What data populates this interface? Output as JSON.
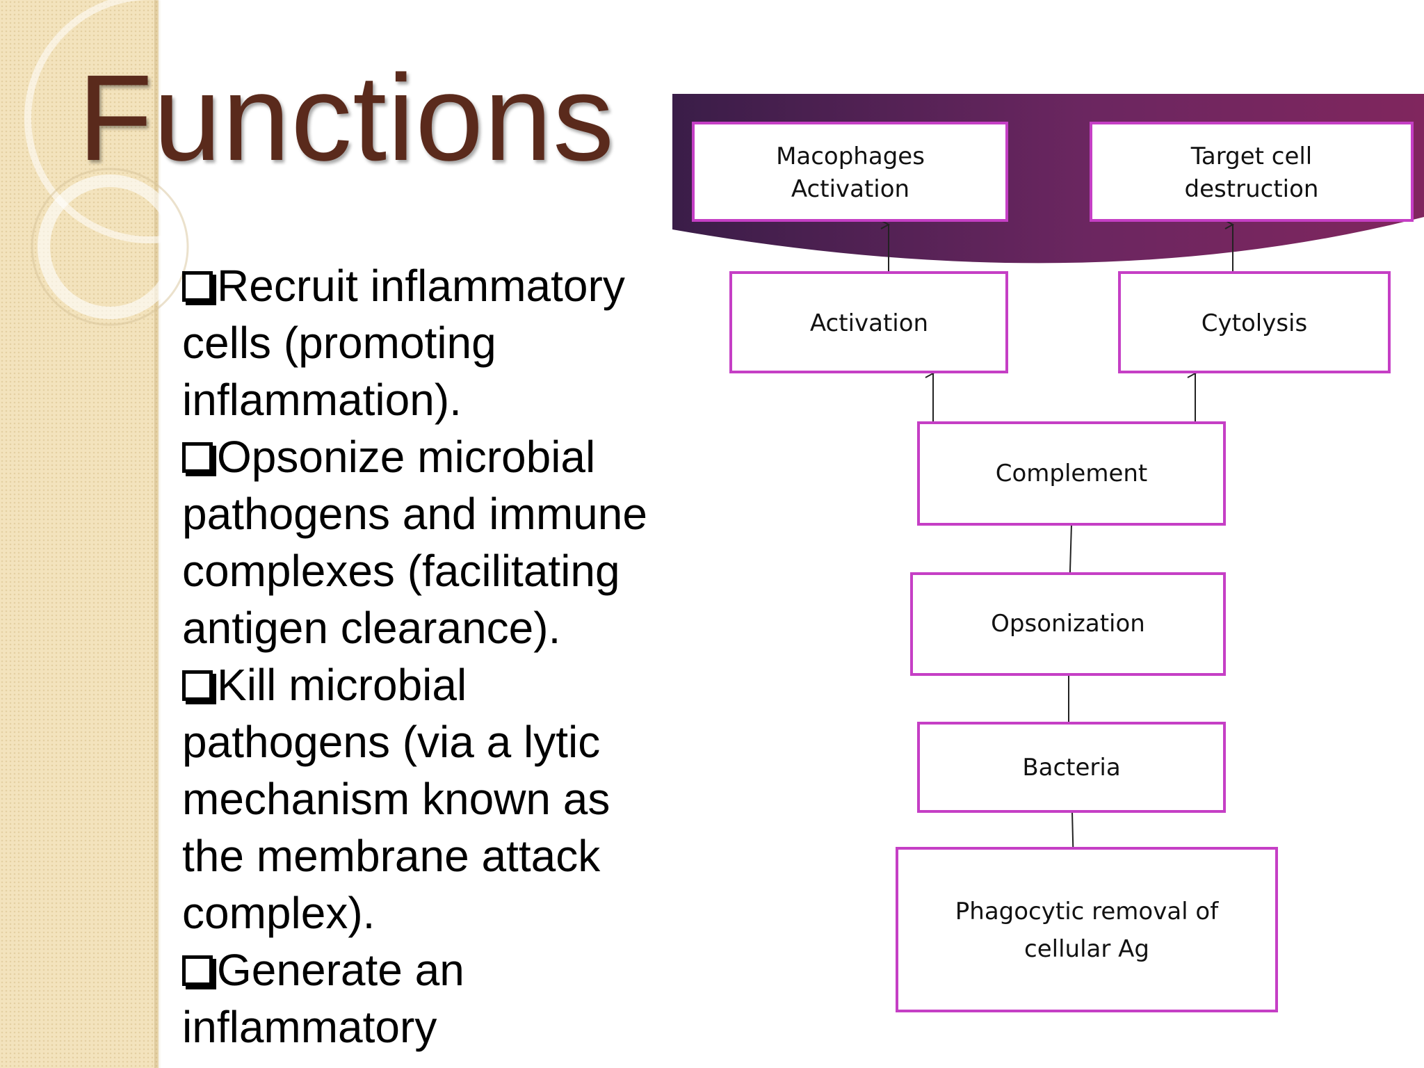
{
  "title": "Functions",
  "bullets": [
    "Recruit inflammatory cells (promoting inflammation).",
    "Opsonize microbial pathogens and immune complexes (facilitating antigen clearance).",
    "Kill microbial pathogens (via a lytic mechanism known as the membrane attack complex).",
    "Generate an inflammatory"
  ],
  "diagram": {
    "nodes": {
      "macrophages_activation": [
        "Macophages",
        "Activation"
      ],
      "target_cell_destruction": [
        "Target cell",
        "destruction"
      ],
      "activation": [
        "Activation"
      ],
      "cytolysis": [
        "Cytolysis"
      ],
      "complement": [
        "Complement"
      ],
      "opsonization": [
        "Opsonization"
      ],
      "bacteria": [
        "Bacteria"
      ],
      "phagocytic_removal": [
        "Phagocytic removal of",
        "cellular Ag"
      ]
    },
    "edges": [
      {
        "from": "activation",
        "to": "macrophages_activation"
      },
      {
        "from": "cytolysis",
        "to": "target_cell_destruction"
      },
      {
        "from": "complement",
        "to": "activation"
      },
      {
        "from": "complement",
        "to": "cytolysis"
      },
      {
        "from": "complement",
        "to": "opsonization"
      },
      {
        "from": "opsonization",
        "to": "bacteria"
      },
      {
        "from": "bacteria",
        "to": "phagocytic_removal"
      }
    ],
    "colors": {
      "box_border": "#c53fc5",
      "banner_dark": "#3a1d48",
      "banner_light": "#80265e"
    }
  }
}
